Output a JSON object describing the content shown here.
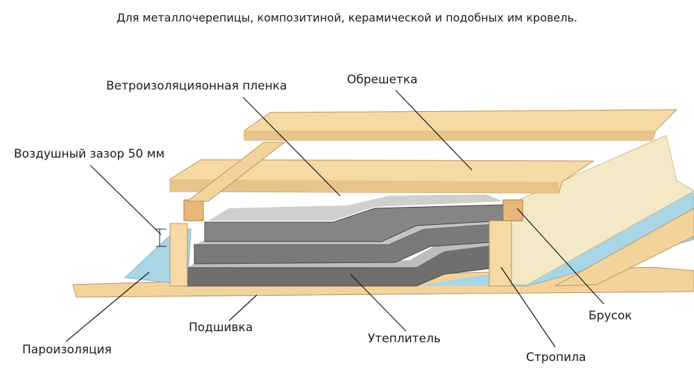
{
  "title": "Для металлочерепицы, композитиной, керамической и подобных им кровель.",
  "labels": {
    "wind_film": "Ветроизоляцияонная пленка",
    "lathing": "Обрешетка",
    "air_gap": "Воздушный зазор 50 мм",
    "bar": "Брусок",
    "lining": "Подшивка",
    "insulation": "Утеплитель",
    "vapor_barrier": "Пароизоляция",
    "rafters": "Стропила"
  },
  "colors": {
    "wood": "#f6d9a4",
    "wood_edge": "#b8915a",
    "insulation_grey": "#8e8e8e",
    "film_blue": "#a8d6e6",
    "pale_insulation": "#f4e9c6"
  }
}
